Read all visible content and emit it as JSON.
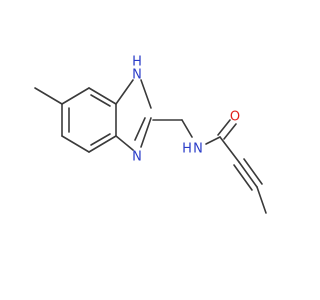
{
  "molecule": {
    "atoms": {
      "nh_imidazole": "N",
      "nh_imidazole_h": "H",
      "n_imidazole": "N",
      "n_amide": "N",
      "n_amide_h": "H",
      "o_carbonyl": "O"
    }
  },
  "colors": {
    "bond": "#3a3a3a",
    "nitrogen": "#2a3cc8",
    "oxygen": "#e0201c"
  }
}
